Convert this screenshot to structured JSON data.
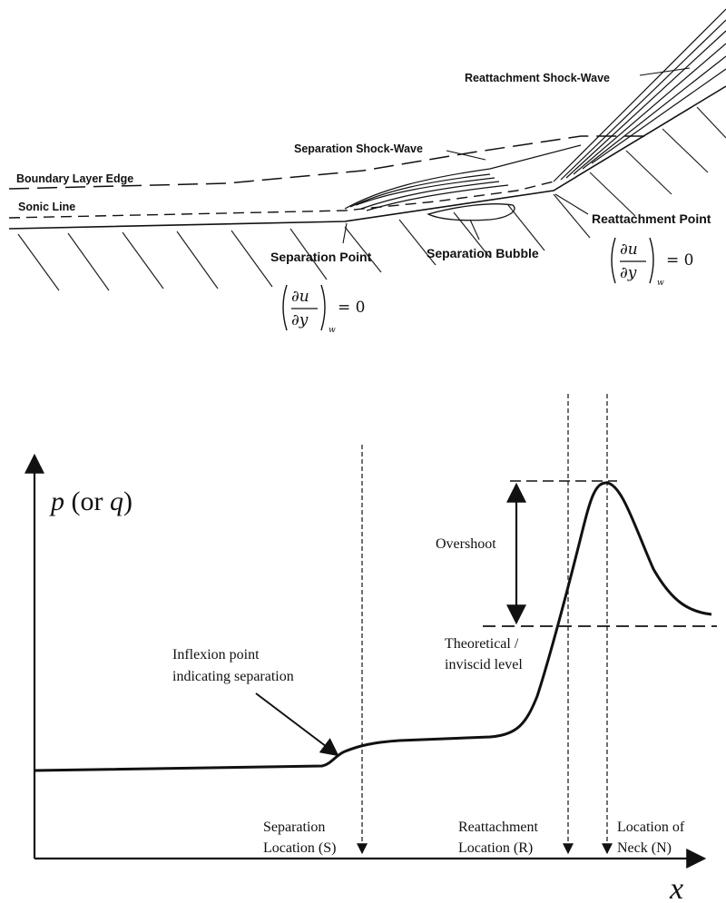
{
  "top_diagram": {
    "labels": {
      "reattachment_shock": "Reattachment Shock-Wave",
      "separation_shock": "Separation Shock-Wave",
      "boundary_layer_edge": "Boundary Layer Edge",
      "sonic_line": "Sonic Line",
      "separation_point": "Separation  Point",
      "separation_bubble": "Separation Bubble",
      "reattachment_point": "Reattachment Point"
    },
    "wall_condition": {
      "numerator": "∂u",
      "denominator": "∂y",
      "subscript": "w",
      "equals": "= 0"
    }
  },
  "bottom_diagram": {
    "y_axis_label_p": "p",
    "y_axis_label_paren": " (or ",
    "y_axis_label_q": "q",
    "y_axis_label_close": ")",
    "x_axis_label": "x",
    "annotations": {
      "inflexion_line1": "Inflexion point",
      "inflexion_line2": "indicating separation",
      "overshoot": "Overshoot",
      "theoretical_line1": "Theoretical /",
      "theoretical_line2": "inviscid level"
    },
    "locations": {
      "separation_line1": "Separation",
      "separation_line2": "Location (S)",
      "reattachment_line1": "Reattachment",
      "reattachment_line2": "Location (R)",
      "neck_line1": "Location of",
      "neck_line2": "Neck (N)"
    }
  }
}
